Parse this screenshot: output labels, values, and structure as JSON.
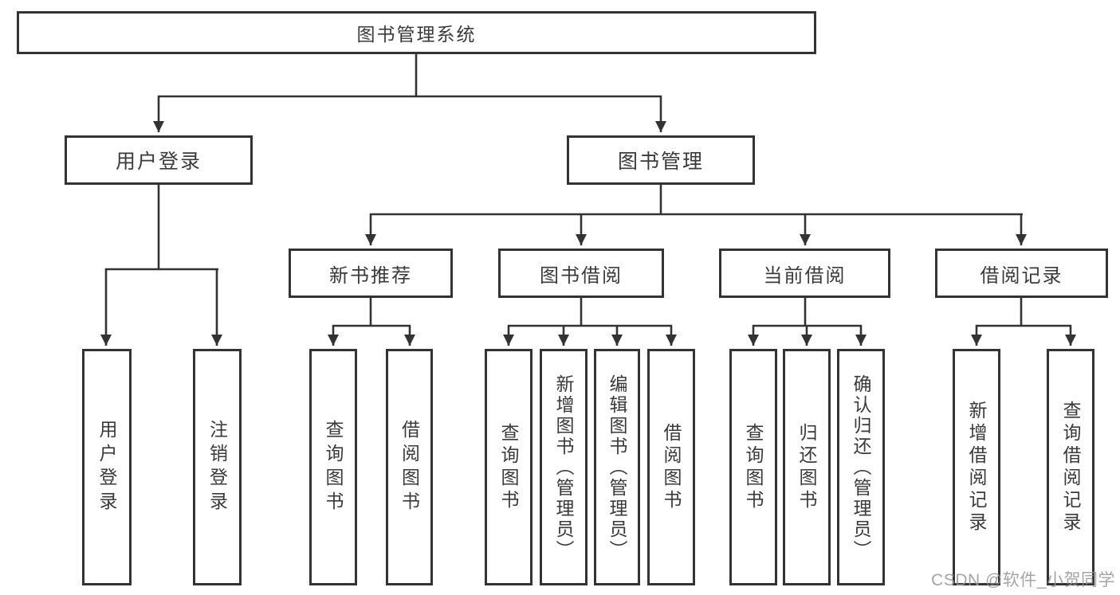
{
  "diagram": {
    "root": {
      "label": "图书管理系统"
    },
    "branches": [
      {
        "label": "用户登录",
        "children": [
          {
            "label": "用户登录"
          },
          {
            "label": "注销登录"
          }
        ]
      },
      {
        "label": "图书管理",
        "children": [
          {
            "label": "新书推荐",
            "children": [
              {
                "label": "查询图书"
              },
              {
                "label": "借阅图书"
              }
            ]
          },
          {
            "label": "图书借阅",
            "children": [
              {
                "label": "查询图书"
              },
              {
                "label": "新增图书（管理员）"
              },
              {
                "label": "编辑图书（管理员）"
              },
              {
                "label": "借阅图书"
              }
            ]
          },
          {
            "label": "当前借阅",
            "children": [
              {
                "label": "查询图书"
              },
              {
                "label": "归还图书"
              },
              {
                "label": "确认归还（管理员）"
              }
            ]
          },
          {
            "label": "借阅记录",
            "children": [
              {
                "label": "新增借阅记录"
              },
              {
                "label": "查询借阅记录"
              }
            ]
          }
        ]
      }
    ]
  },
  "watermark": {
    "text": "CSDN @软件_小贺同学"
  },
  "colors": {
    "line": "#333333",
    "box_border": "#333333",
    "text": "#3a3a3a",
    "watermark": "#949494",
    "background": "#ffffff"
  }
}
